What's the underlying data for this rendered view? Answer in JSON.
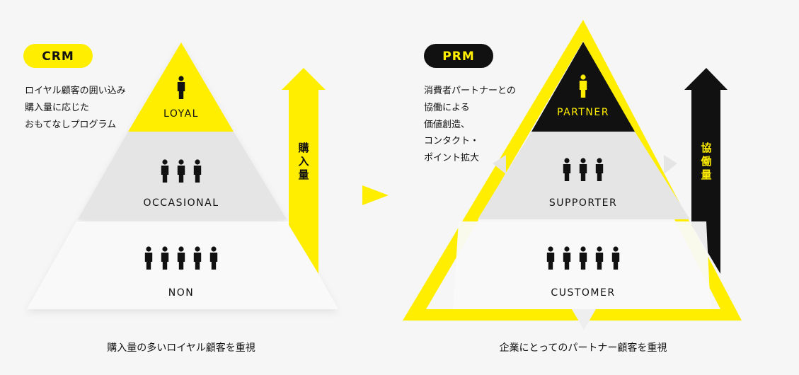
{
  "crm": {
    "badge": "CRM",
    "description": [
      "ロイヤル顧客の囲い込み",
      "購入量に応じた",
      "おもてなしプログラム"
    ],
    "tiers": [
      {
        "label": "LOYAL",
        "people": 1
      },
      {
        "label": "OCCASIONAL",
        "people": 3
      },
      {
        "label": "NON",
        "people": 5
      }
    ],
    "arrow_label": "購入量",
    "caption": "購入量の多いロイヤル顧客を重視"
  },
  "prm": {
    "badge": "PRM",
    "description": [
      "消費者パートナーとの",
      "協働による",
      "価値創造、",
      "コンタクト・",
      "ポイント拡大"
    ],
    "tiers": [
      {
        "label": "PARTNER",
        "people": 1
      },
      {
        "label": "SUPPORTER",
        "people": 3
      },
      {
        "label": "CUSTOMER",
        "people": 5
      }
    ],
    "arrow_label": "協働量",
    "caption": "企業にとってのパートナー顧客を重視"
  },
  "colors": {
    "yellow": "#ffee00",
    "black": "#111111",
    "gray": "#e5e5e5",
    "white": "#f9f9f9",
    "background": "#f6f6f6"
  },
  "icons": {
    "person": "person-icon",
    "transition": "arrow-right-icon"
  }
}
